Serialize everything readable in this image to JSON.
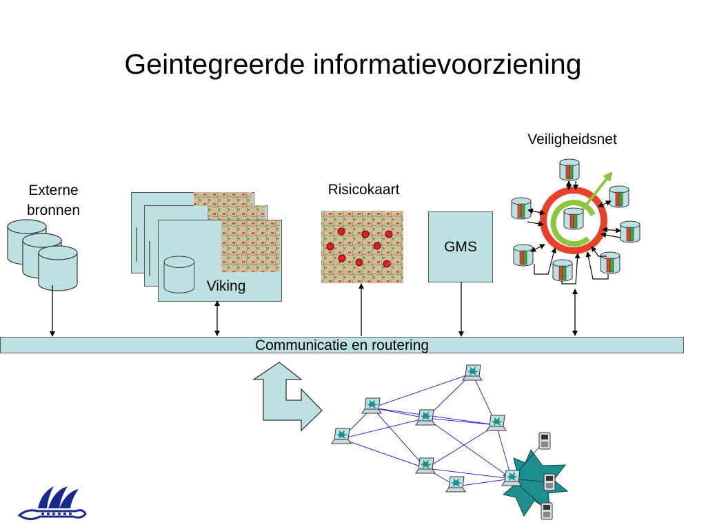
{
  "title": "Geintegreerde informatievoorziening",
  "labels": {
    "externe_line1": "Externe",
    "externe_line2": "bronnen",
    "viking": "Viking",
    "risicokaart": "Risicokaart",
    "gms": "GMS",
    "veiligheidsnet": "Veiligheidsnet",
    "bus": "Communicatie en routering"
  },
  "colors": {
    "panel": "#bde1e3",
    "ring_red": "#e8412a",
    "ring_green": "#8cc63e",
    "link_blue": "#2a2ad6",
    "burst": "#1e8f8f",
    "logo_blue": "#1a2a8c"
  },
  "icons": [
    "database-icon",
    "map-thumbnail",
    "server-icon",
    "laptop-icon",
    "phone-icon",
    "logo-icon"
  ]
}
